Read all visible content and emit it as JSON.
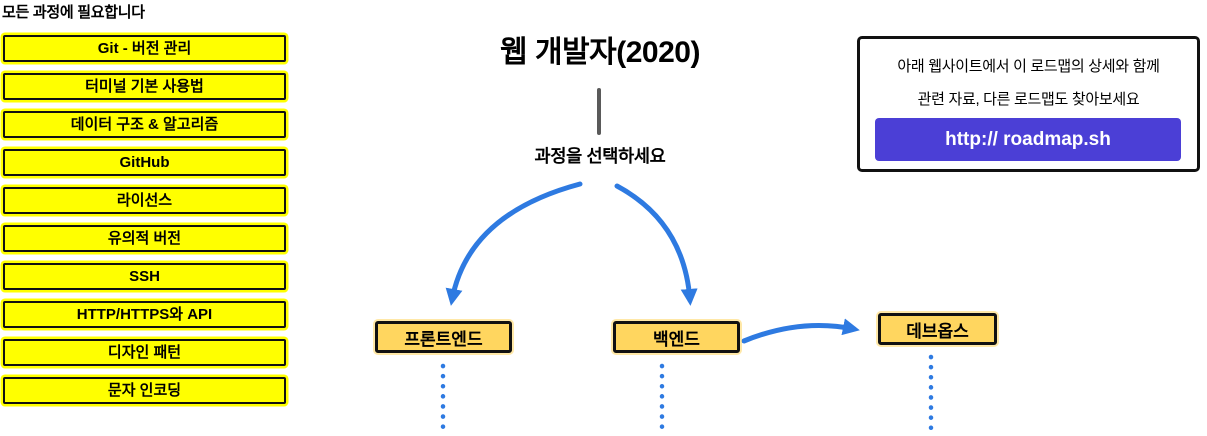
{
  "colors": {
    "topic-yellow": "#ffff00",
    "node-orange": "#ffd65f",
    "arrow-blue": "#2e7ae1",
    "button-purple": "#4b3fd6",
    "line-gray": "#5a5a5a",
    "border-black": "#111111"
  },
  "header": {
    "note": "모든 과정에 필요합니다"
  },
  "topics": {
    "items": [
      "Git - 버전 관리",
      "터미널 기본 사용법",
      "데이터 구조 & 알고리즘",
      "GitHub",
      "라이선스",
      "유의적 버전",
      "SSH",
      "HTTP/HTTPS와 API",
      "디자인 패턴",
      "문자 인코딩"
    ]
  },
  "center": {
    "title": "웹 개발자(2020)",
    "prompt": "과정을 선택하세요"
  },
  "courses": {
    "frontend": "프론트엔드",
    "backend": "백엔드",
    "devops": "데브옵스"
  },
  "info_box": {
    "line1": "아래 웹사이트에서 이 로드맵의 상세와 함께",
    "line2": "관련 자료, 다른 로드맵도 찾아보세요",
    "button_label": "http:// roadmap.sh"
  }
}
